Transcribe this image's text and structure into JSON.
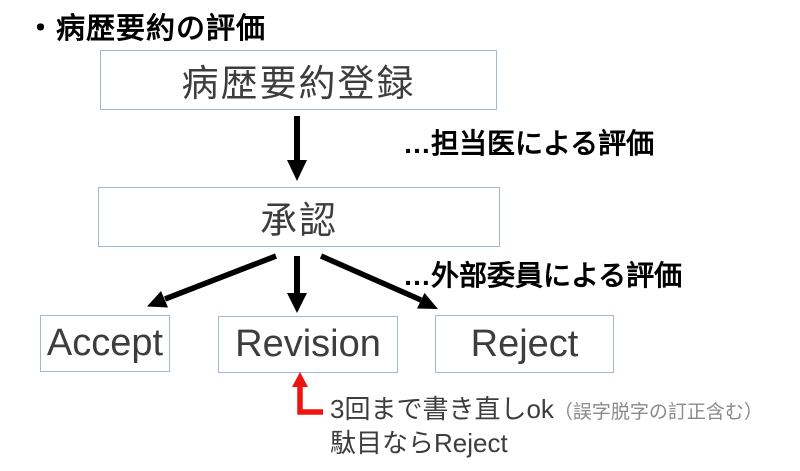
{
  "title": "・病歴要約の評価",
  "boxes": {
    "registration": "病歴要約登録",
    "approval": "承認",
    "accept": "Accept",
    "revision": "Revision",
    "reject": "Reject"
  },
  "annotations": {
    "doctor_eval": "…担当医による評価",
    "external_eval": "…外部委員による評価",
    "rewrite_main": "3回まで書き直しok",
    "rewrite_note": "（誤字脱字の訂正含む）",
    "reject_note": "駄目ならReject"
  },
  "colors": {
    "box_border": "#a3b7cd",
    "box_text": "#3d3d3d",
    "arrow_black": "#000000",
    "arrow_red": "#ee1511",
    "note_gray": "#8a8a8a"
  }
}
